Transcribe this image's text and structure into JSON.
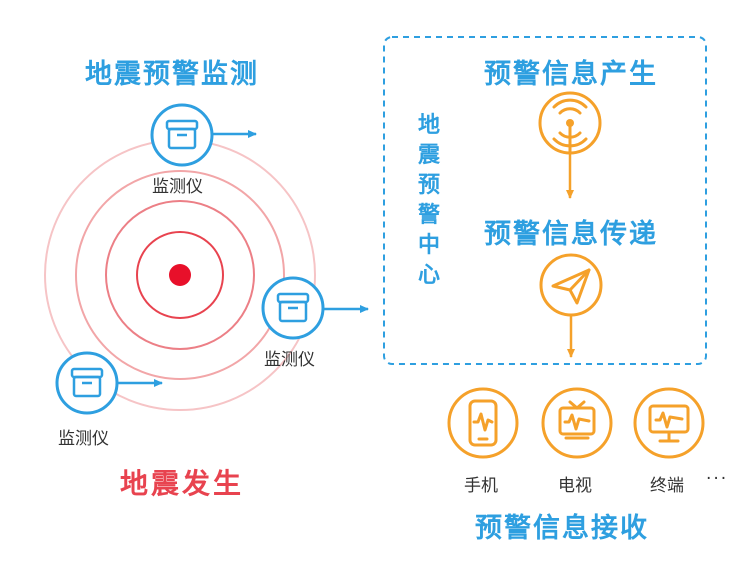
{
  "titles": {
    "monitoring": "地震预警监测",
    "earthquake": "地震发生",
    "generation": "预警信息产生",
    "transmission": "预警信息传递",
    "reception": "预警信息接收",
    "center": "地震预警中心"
  },
  "devices": {
    "monitor_label": "监测仪",
    "phone": "手机",
    "tv": "电视",
    "terminal": "终端",
    "ellipsis": "···"
  },
  "colors": {
    "blue": "#2e9fe0",
    "orange": "#f5a12a",
    "red": "#e8434f",
    "ring": "#f2a6a8",
    "epicenter": "#e8102a"
  },
  "icons": [
    "box-icon",
    "antenna-icon",
    "paper-plane-icon",
    "phone-icon",
    "tv-icon",
    "monitor-icon"
  ]
}
